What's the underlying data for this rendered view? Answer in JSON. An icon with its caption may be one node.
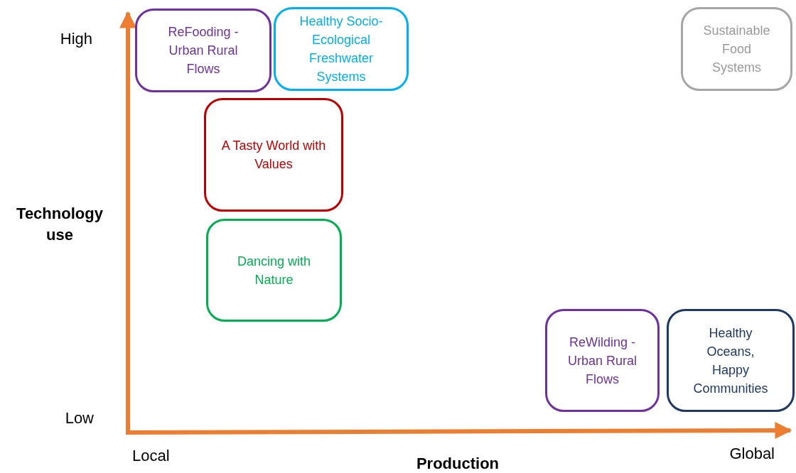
{
  "diagram": {
    "nodes": [
      {
        "text": [
          "ReFooding - Urban Rural Flows"
        ]
      },
      {
        "text": [
          "Healthy Socio-Ecological Freshwater Systems"
        ]
      },
      {
        "text": [
          "Sustainable Food Systems"
        ]
      },
      {
        "text": [
          "A Tasty World with Values"
        ]
      },
      {
        "text": [
          "Dancing with Nature"
        ]
      },
      {
        "text": [
          "ReWilding - Urban Rural Flows"
        ]
      },
      {
        "text": [
          "Healthy Oceans, Happy Communities"
        ]
      }
    ],
    "edges": [],
    "labels": [
      "High",
      "Technology use",
      "Low",
      "Local",
      "Production",
      "Global"
    ]
  }
}
